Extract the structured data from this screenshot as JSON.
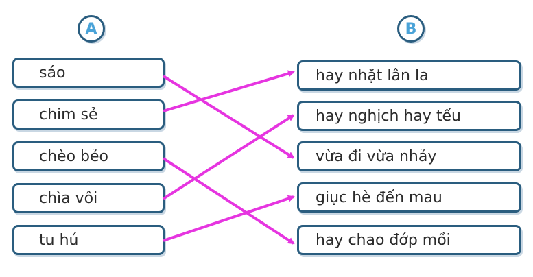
{
  "header": {
    "col_a_label": "A",
    "col_b_label": "B"
  },
  "column_a": [
    {
      "text": "sáo"
    },
    {
      "text": "chim sẻ"
    },
    {
      "text": "chèo bẻo"
    },
    {
      "text": "chìa vôi"
    },
    {
      "text": "tu hú"
    }
  ],
  "column_b": [
    {
      "text": "hay nhặt lân la"
    },
    {
      "text": "hay nghịch hay tếu"
    },
    {
      "text": "vừa đi vừa nhảy"
    },
    {
      "text": "giục hè đến mau"
    },
    {
      "text": "hay chao đớp mồi"
    }
  ],
  "matches": [
    {
      "from": "sáo",
      "to": "vừa đi vừa nhảy"
    },
    {
      "from": "chim sẻ",
      "to": "hay nhặt lân la"
    },
    {
      "from": "chèo bẻo",
      "to": "hay chao đớp mồi"
    },
    {
      "from": "chìa vôi",
      "to": "hay nghịch hay tếu"
    },
    {
      "from": "tu hú",
      "to": "giục hè đến mau"
    }
  ],
  "colors": {
    "line": "#e635e0",
    "border": "#2a5d7f",
    "circle_text": "#4aa3d8"
  }
}
